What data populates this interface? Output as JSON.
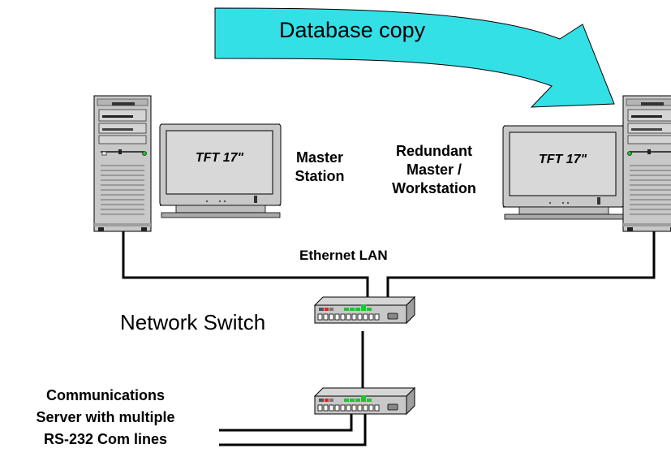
{
  "arrow": {
    "label": "Database copy",
    "fill": "#33e0e6"
  },
  "master": {
    "monitor": "TFT 17\"",
    "label_line1": "Master",
    "label_line2": "Station"
  },
  "redundant": {
    "monitor": "TFT 17\"",
    "label_line1": "Redundant",
    "label_line2": "Master /",
    "label_line3": "Workstation"
  },
  "network": {
    "lan_label": "Ethernet LAN",
    "switch_label": "Network Switch"
  },
  "comms": {
    "line1": "Communications",
    "line2": "Server with multiple",
    "line3": "RS-232 Com lines"
  },
  "colors": {
    "device_gray": "#c8c8c8",
    "screen_gray": "#d8d8d8",
    "led_green": "#22c232",
    "led_red": "#e52222"
  }
}
